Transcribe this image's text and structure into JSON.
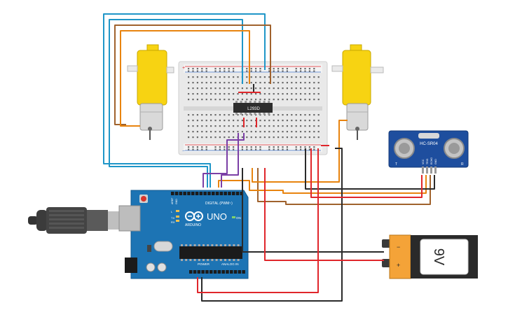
{
  "circuit": {
    "driver_chip_label": "L293D",
    "sensor": {
      "name": "HC-SR04",
      "left_mark": "T",
      "right_mark": "R",
      "pins": [
        "VCC",
        "TRIG",
        "ECHO",
        "GND"
      ]
    },
    "arduino": {
      "brand": "ARDUINO",
      "model": "UNO",
      "digital_header": "DIGITAL (PWM~)",
      "power_header": "POWER",
      "analog_header": "ANALOG IN",
      "on_label": "ON",
      "tx_label": "TX",
      "rx_label": "RX",
      "l_label": "L",
      "aref_label": "AREF",
      "gnd_label": "GND"
    },
    "battery": {
      "voltage": "9V",
      "minus": "−",
      "plus": "+"
    },
    "breadboard": {
      "plus_mark": "+",
      "minus_mark": "−"
    }
  },
  "colors": {
    "wire_red": "#e0262b",
    "wire_black": "#2b2b2b",
    "wire_brown": "#a0622d",
    "wire_orange": "#e8840f",
    "wire_cyan": "#1f96c8",
    "wire_purple": "#7b3fa6",
    "arduino_blue": "#1d74b4",
    "motor_yellow": "#f7d312",
    "battery_orange": "#f4a338"
  }
}
